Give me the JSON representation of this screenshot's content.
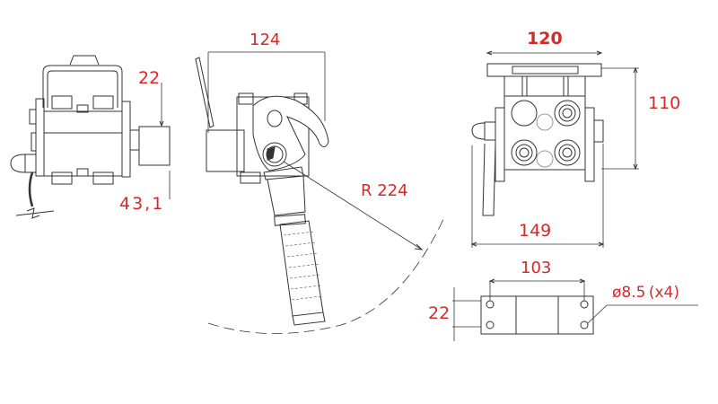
{
  "drawing": {
    "accent_color": "#d42a2a",
    "line_color": "#333333",
    "views": {
      "side_view": {
        "dimensions": {
          "width": "22",
          "depth": "43,1"
        }
      },
      "front_view": {
        "dimensions": {
          "width": "124",
          "radius": "R  224"
        }
      },
      "rear_view": {
        "dimensions": {
          "top_width": "120",
          "height": "110",
          "overall_width": "149"
        }
      },
      "base_plate": {
        "dimensions": {
          "hole_spacing": "103",
          "height": "22",
          "holes": "ø8.5 (x4)"
        }
      }
    }
  }
}
